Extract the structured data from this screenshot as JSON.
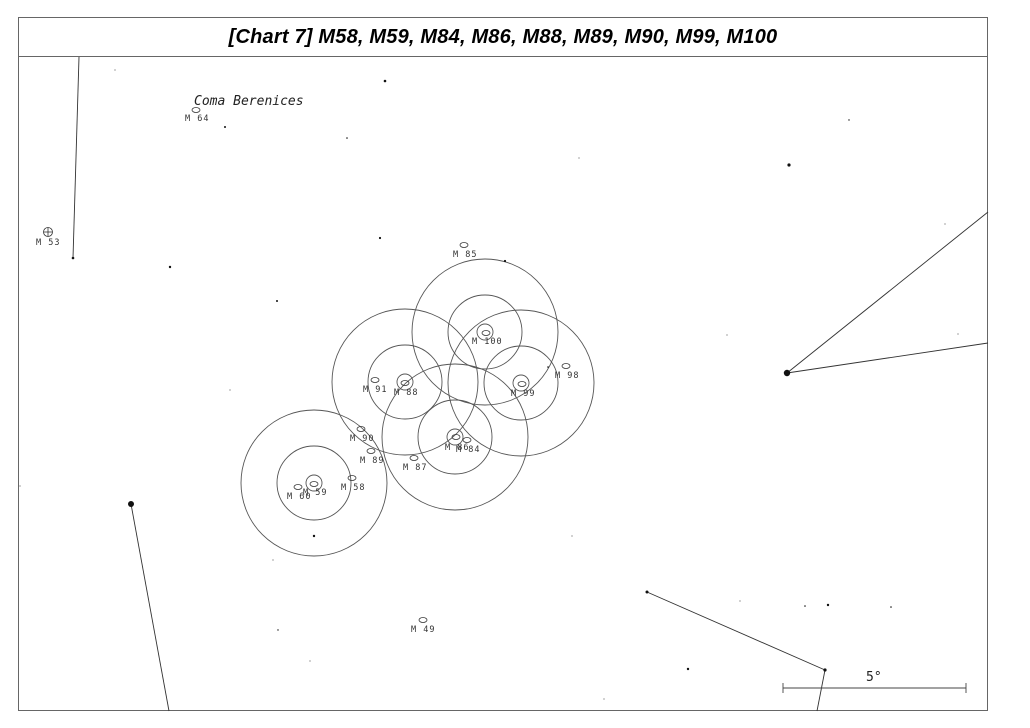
{
  "title": "[Chart 7] M58, M59, M84, M86, M88, M89, M90, M99, M100",
  "constellation": "Coma Berenices",
  "scale_label": "5°",
  "objects": [
    {
      "id": "m64",
      "label": "M 64",
      "type": "galaxy"
    },
    {
      "id": "m53",
      "label": "M 53",
      "type": "globular"
    },
    {
      "id": "m85",
      "label": "M 85",
      "type": "galaxy"
    },
    {
      "id": "m100",
      "label": "M 100",
      "type": "galaxy"
    },
    {
      "id": "m98",
      "label": "M 98",
      "type": "galaxy"
    },
    {
      "id": "m99",
      "label": "M 99",
      "type": "galaxy"
    },
    {
      "id": "m91",
      "label": "M 91",
      "type": "galaxy"
    },
    {
      "id": "m88",
      "label": "M 88",
      "type": "galaxy"
    },
    {
      "id": "m90",
      "label": "M 90",
      "type": "galaxy"
    },
    {
      "id": "m86",
      "label": "M 86",
      "type": "galaxy"
    },
    {
      "id": "m84",
      "label": "M 84",
      "type": "galaxy"
    },
    {
      "id": "m89",
      "label": "M 89",
      "type": "galaxy"
    },
    {
      "id": "m87",
      "label": "M 87",
      "type": "galaxy"
    },
    {
      "id": "m58",
      "label": "M 58",
      "type": "galaxy"
    },
    {
      "id": "m60",
      "label": "M 60",
      "type": "galaxy"
    },
    {
      "id": "m59",
      "label": "M 59",
      "type": "galaxy"
    },
    {
      "id": "m49",
      "label": "M 49",
      "type": "galaxy"
    }
  ]
}
